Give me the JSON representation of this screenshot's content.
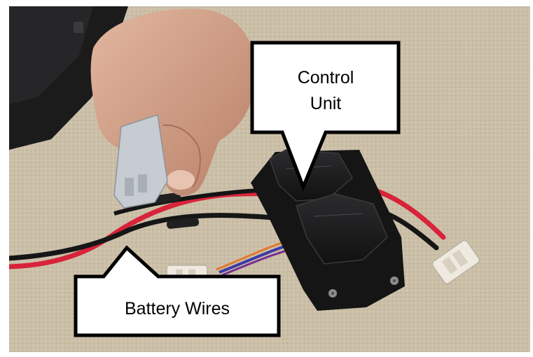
{
  "callouts": {
    "control_unit": {
      "lines": [
        "Control",
        "Unit"
      ]
    },
    "battery_wires": {
      "lines": [
        "Battery Wires"
      ]
    }
  },
  "colors": {
    "carpet": "#cbbfa8",
    "relay_housing": "#1d1d1f",
    "wire_red": "#d8233a",
    "wire_black": "#1a1a1a",
    "wire_blue": "#3b3aa8",
    "wire_orange": "#e27a2a",
    "connector_white": "#efeae0",
    "skin": "#d9a98c",
    "callout_fill": "#ffffff",
    "callout_border": "#000000"
  }
}
